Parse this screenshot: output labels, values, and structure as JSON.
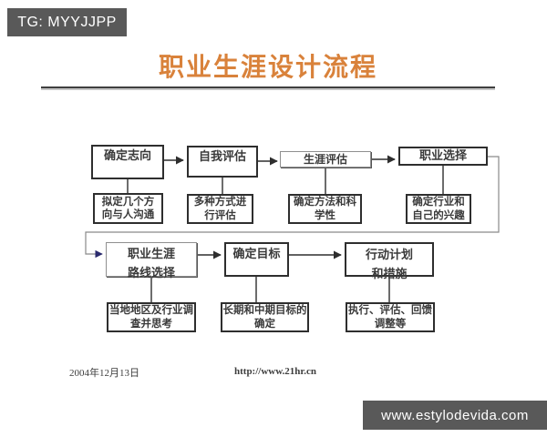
{
  "badge": {
    "text": "TG: MYYJJPP"
  },
  "watermark": {
    "text": "www.estylodevida.com"
  },
  "slide": {
    "title": "职业生涯设计流程"
  },
  "footer": {
    "date": "2004年12月13日",
    "url": "http://www.21hr.cn"
  },
  "colors": {
    "title_orange": "#d9823b",
    "corner_bar_bg": "#595959",
    "box_border": "#2e2e2e",
    "text": "#3a3a3a",
    "feedback_line": "#8a8a8a",
    "feedback_arrow": "#2a2a6e"
  },
  "flowchart": {
    "row1": [
      {
        "label": "确定志向",
        "sub1": "拟定几个方",
        "sub2": "向与人沟通"
      },
      {
        "label": "自我评估",
        "sub1": "多种方式进",
        "sub2": "行评估"
      },
      {
        "label": "生涯评估",
        "sub1": "确定方法和科",
        "sub2": "学性"
      },
      {
        "label": "职业选择",
        "sub1": "确定行业和",
        "sub2": "自己的兴趣"
      }
    ],
    "row2": [
      {
        "label1": "职业生涯",
        "label2": "路线选择",
        "sub1": "当地地区及行业调",
        "sub2": "查并思考"
      },
      {
        "label1": "确定目标",
        "label2": "",
        "sub1": "长期和中期目标的",
        "sub2": "确定"
      },
      {
        "label1": "行动计划",
        "label2": "和措施",
        "sub1": "执行、评估、回馈",
        "sub2": "调整等"
      }
    ]
  }
}
